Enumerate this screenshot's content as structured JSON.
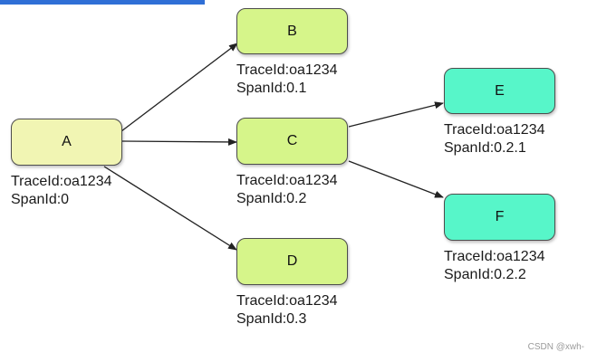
{
  "nodes": {
    "A": {
      "label": "A",
      "trace": "TraceId:oa1234",
      "span": "SpanId:0"
    },
    "B": {
      "label": "B",
      "trace": "TraceId:oa1234",
      "span": "SpanId:0.1"
    },
    "C": {
      "label": "C",
      "trace": "TraceId:oa1234",
      "span": "SpanId:0.2"
    },
    "D": {
      "label": "D",
      "trace": "TraceId:oa1234",
      "span": "SpanId:0.3"
    },
    "E": {
      "label": "E",
      "trace": "TraceId:oa1234",
      "span": "SpanId:0.2.1"
    },
    "F": {
      "label": "F",
      "trace": "TraceId:oa1234",
      "span": "SpanId:0.2.2"
    }
  },
  "edges": [
    {
      "from": "A",
      "to": "B"
    },
    {
      "from": "A",
      "to": "C"
    },
    {
      "from": "A",
      "to": "D"
    },
    {
      "from": "C",
      "to": "E"
    },
    {
      "from": "C",
      "to": "F"
    }
  ],
  "colors": {
    "root": "#f1f5b3",
    "mid": "#d6f58a",
    "leaf": "#57f6c9",
    "accent_bar": "#2f6fd6"
  },
  "watermark": "CSDN @xwh-"
}
